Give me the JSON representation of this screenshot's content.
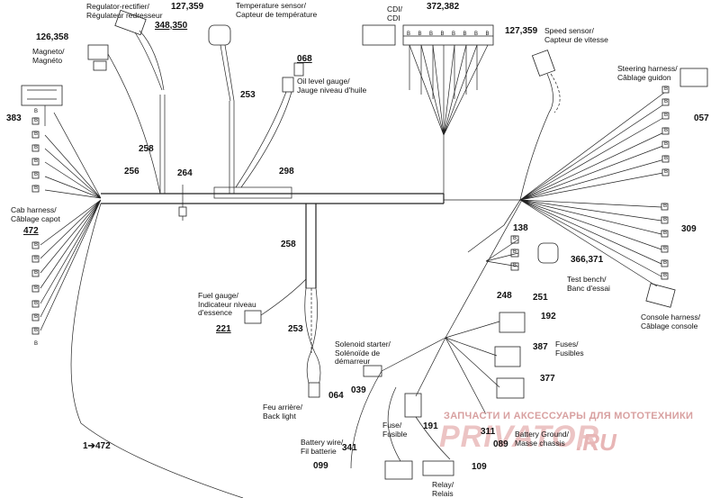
{
  "side_code": "mmr2009-087-004",
  "watermark": {
    "line1": "ЗАПЧАСТИ И АКСЕССУАРЫ ДЛЯ МОТОТЕХНИКИ",
    "line2": "PRIVATOR",
    "line3": ".RU"
  },
  "labels": {
    "regulator": "Regulator-rectifier/\nRégulateur redresseur",
    "magneto": "Magneto/\nMagnéto",
    "temp_sensor": "Temperature sensor/\nCapteur de température",
    "cdi": "CDI/\nCDI",
    "speed_sensor": "Speed sensor/\nCapteur de vitesse",
    "steering": "Steering harness/\nCâblage guidon",
    "oil_gauge": "Oil level gauge/\nJauge niveau d'huile",
    "cab": "Cab harness/\nCâblage capot",
    "test_bench": "Test bench/\nBanc d'essai",
    "console": "Console harness/\nCâblage console",
    "fuel_gauge": "Fuel gauge/\nIndicateur niveau\nd'essence",
    "solenoid": "Solenoid starter/\nSolénoïde de\ndémarreur",
    "fuses": "Fuses/\nFusibles",
    "fuse": "Fuse/\nFusible",
    "back_light": "Feu arrière/\nBack light",
    "battery_ground": "Battery Ground/\nMasse chassis",
    "battery_wire": "Battery wire/\nFil batterie",
    "relay": "Relay/\nRelais"
  },
  "refs": {
    "r126358": "126,358",
    "r127359a": "127,359",
    "r348350": "348,350",
    "r372382": "372,382",
    "r127359b": "127,359",
    "r383": "383",
    "r068": "068",
    "r253a": "253",
    "r057": "057",
    "r258a": "258",
    "r256": "256",
    "r264": "264",
    "r298": "298",
    "r472": "472",
    "r258b": "258",
    "r138": "138",
    "r366371": "366,371",
    "r309": "309",
    "r248": "248",
    "r251": "251",
    "r192": "192",
    "r221": "221",
    "r253b": "253",
    "r387": "387",
    "r377": "377",
    "r039": "039",
    "r064": "064",
    "r191": "191",
    "r311": "311",
    "r089": "089",
    "r1472": "1➔472",
    "r341": "341",
    "r099": "099",
    "r109": "109"
  },
  "pin_letters": {
    "left_top": [
      "B",
      "B",
      "B",
      "B",
      "B",
      "B",
      "B"
    ],
    "left_bottom": [
      "B",
      "B",
      "B",
      "B",
      "B",
      "B",
      "B",
      "B"
    ],
    "cdi": [
      "B",
      "B",
      "B",
      "B",
      "B",
      "B",
      "B",
      "B"
    ],
    "steering": [
      "B",
      "B",
      "B",
      "B",
      "B",
      "B",
      "B"
    ],
    "console": [
      "B",
      "B",
      "B",
      "B",
      "B",
      "B"
    ],
    "bench": [
      "B",
      "B",
      "B"
    ]
  }
}
